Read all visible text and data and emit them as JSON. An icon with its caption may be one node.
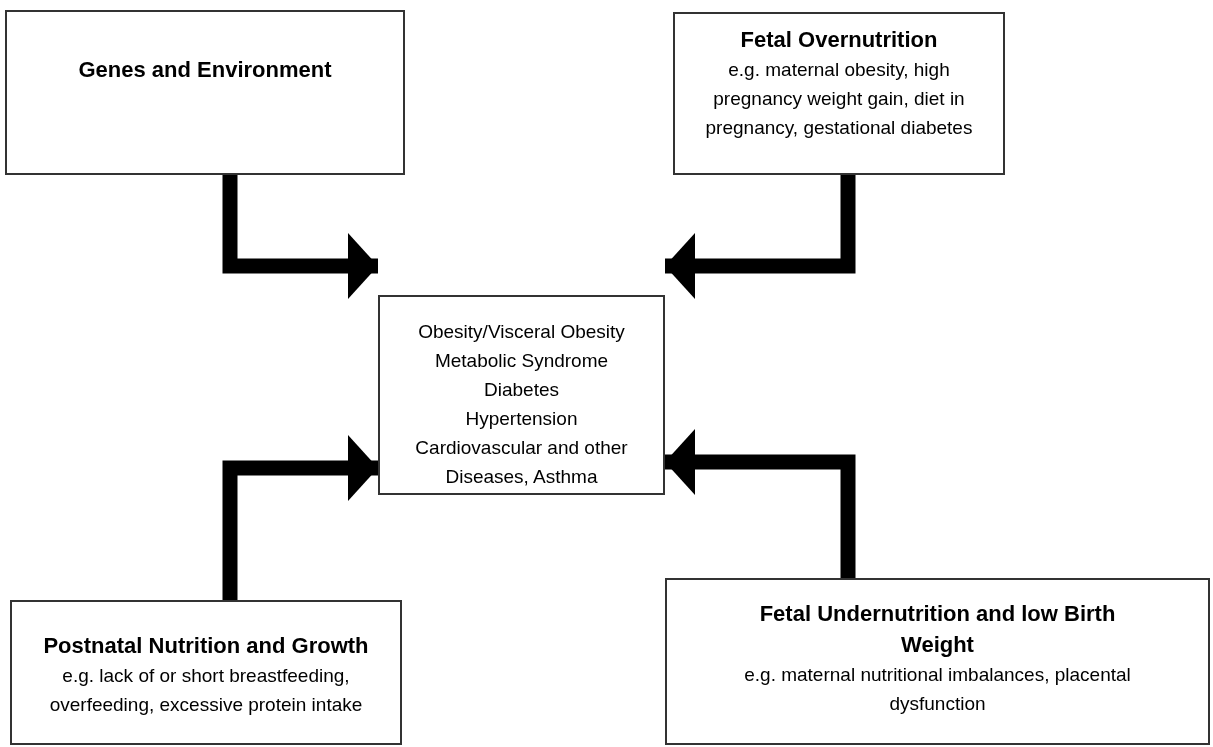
{
  "diagram": {
    "nodes": [
      {
        "text": [
          "Genes and Environment"
        ]
      },
      {
        "text": [
          "Fetal Overnutrition",
          "e.g. maternal obesity, high pregnancy weight gain, diet in pregnancy, gestational diabetes"
        ]
      },
      {
        "text": [
          "Obesity/Visceral Obesity",
          "Metabolic Syndrome",
          "Diabetes",
          "Hypertension",
          "Cardiovascular and other Diseases, Asthma"
        ]
      },
      {
        "text": [
          "Postnatal Nutrition and Growth",
          "e.g. lack of or short breastfeeding, overfeeding, excessive protein intake"
        ]
      },
      {
        "text": [
          "Fetal Undernutrition and low Birth Weight",
          "e.g. maternal nutritional imbalances, placental dysfunction"
        ]
      }
    ],
    "edges": [
      {
        "from": 0,
        "to": 2,
        "arrow": "to"
      },
      {
        "from": 1,
        "to": 2,
        "arrow": "to"
      },
      {
        "from": 3,
        "to": 2,
        "arrow": "to"
      },
      {
        "from": 4,
        "to": 2,
        "arrow": "to"
      }
    ]
  }
}
